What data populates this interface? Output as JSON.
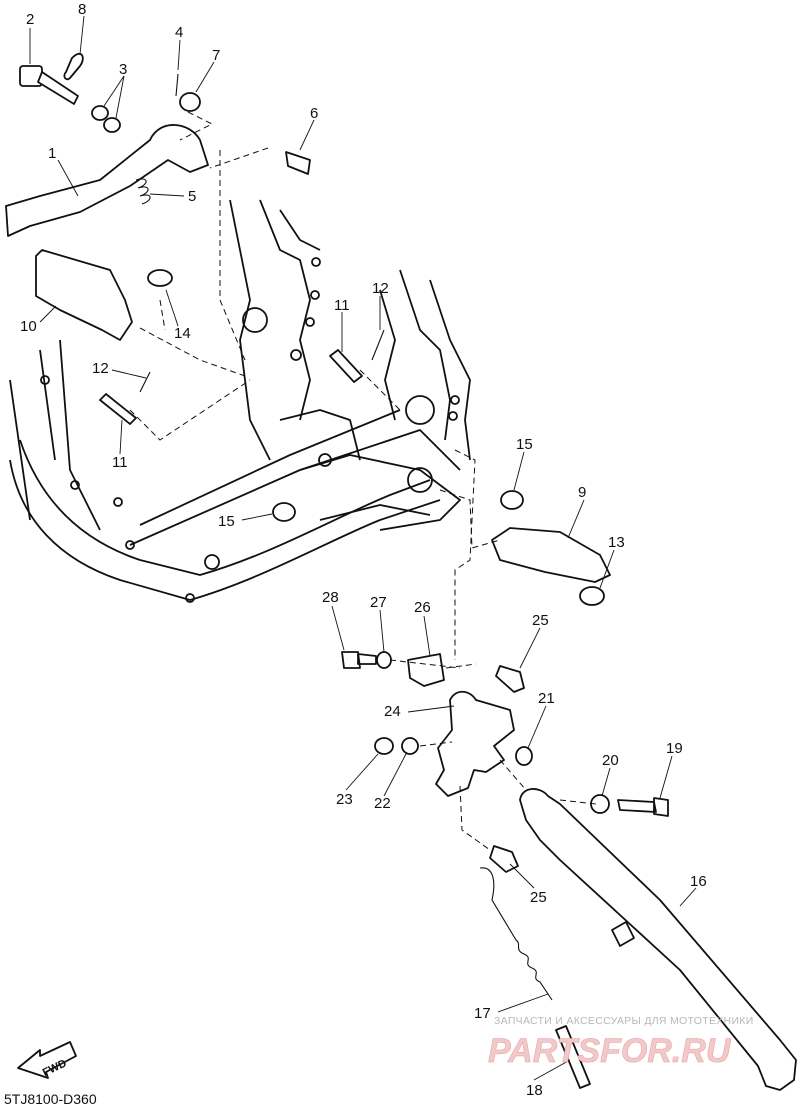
{
  "diagram_code": "5TJ8100-D360",
  "fwd_label": "FWD",
  "watermark": {
    "tagline": "ЗАПЧАСТИ И АКСЕССУАРЫ ДЛЯ МОТОТЕХНИКИ",
    "logo": "PARTSFOR.RU"
  },
  "callouts": {
    "c1": "1",
    "c2": "2",
    "c3": "3",
    "c4": "4",
    "c5": "5",
    "c6": "6",
    "c7": "7",
    "c8": "8",
    "c9": "9",
    "c10": "10",
    "c11a": "11",
    "c11b": "11",
    "c12a": "12",
    "c12b": "12",
    "c13": "13",
    "c14": "14",
    "c15a": "15",
    "c15b": "15",
    "c16": "16",
    "c17": "17",
    "c18": "18",
    "c19": "19",
    "c20": "20",
    "c21": "21",
    "c22": "22",
    "c23": "23",
    "c24": "24",
    "c25a": "25",
    "c25b": "25",
    "c26": "26",
    "c27": "27",
    "c28": "28"
  }
}
